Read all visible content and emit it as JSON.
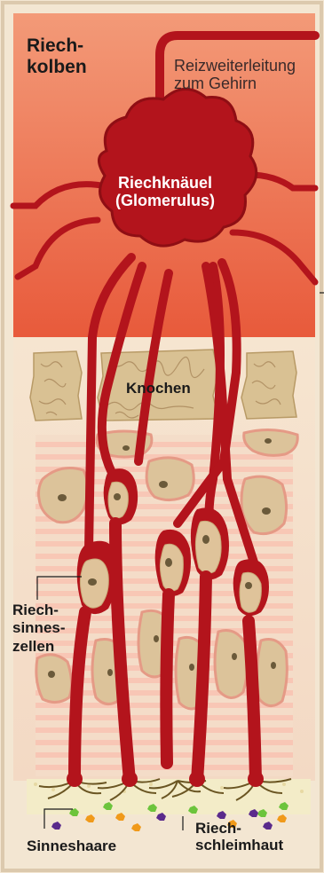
{
  "labels": {
    "bulb_line1": "Riech-",
    "bulb_line2": "kolben",
    "signal_line1": "Reizweiterleitung",
    "signal_line2": "zum Gehirn",
    "glomerulus_line1": "Riechknäuel",
    "glomerulus_line2": "(Glomerulus)",
    "bone": "Knochen",
    "cells_line1": "Riech-",
    "cells_line2": "sinnes-",
    "cells_line3": "zellen",
    "hairs": "Sinneshaare",
    "mucosa_line1": "Riech-",
    "mucosa_line2": "schleimhaut"
  },
  "colors": {
    "bulb_top": "#f28f6e",
    "bulb_bottom": "#e8583a",
    "nerve": "#b3141c",
    "nerve_light": "#d22a2a",
    "tissue": "#f3e6d2",
    "stripe": "#f6c6b5",
    "bone": "#d6bd8e",
    "cell": "#dfc39a",
    "nucleus": "#6b5a3a",
    "hair": "#6a5522",
    "green_dot": "#6cc43c",
    "orange_dot": "#f09a1a",
    "purple_dot": "#5a2a8c",
    "frame": "#dcc9ad"
  }
}
